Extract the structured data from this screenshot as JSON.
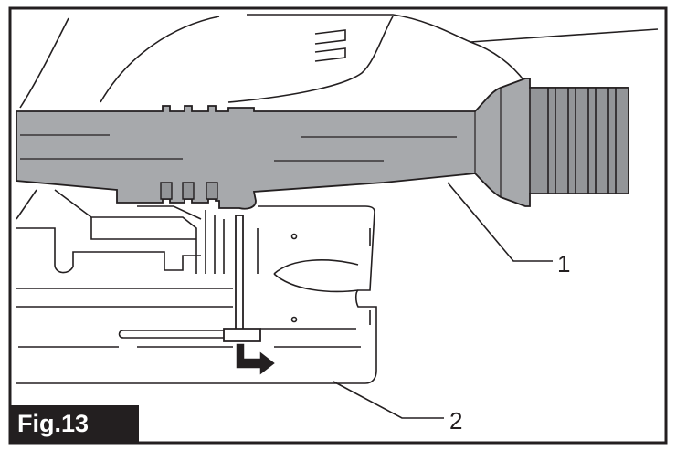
{
  "figure": {
    "label": "Fig.13",
    "callouts": [
      {
        "number": "1",
        "target": "hose-adapter"
      },
      {
        "number": "2",
        "target": "base-plate"
      }
    ]
  },
  "colors": {
    "ink": "#231f20",
    "hose_fill": "#a7a9ac",
    "hose_shade": "#939598",
    "background": "#ffffff"
  },
  "icons": {
    "direction": "arrow-right-icon"
  }
}
